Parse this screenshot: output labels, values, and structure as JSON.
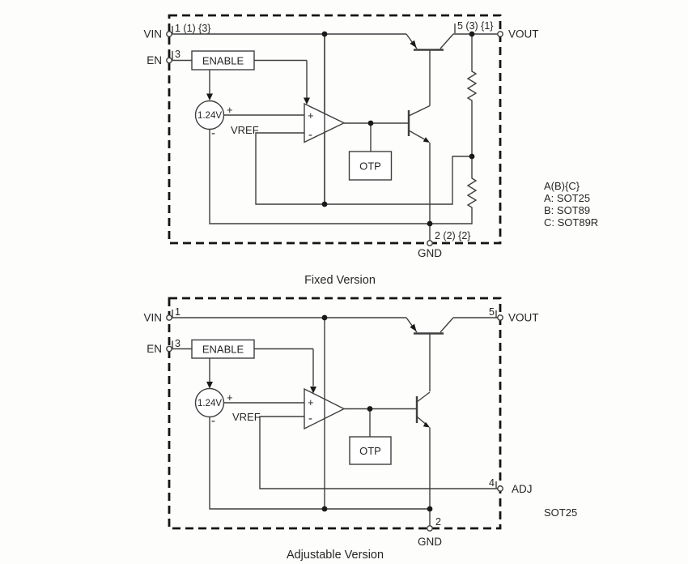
{
  "colors": {
    "line": "#3f3f3f",
    "text": "#262626",
    "border": "#141414",
    "bg": "#fdfdfc"
  },
  "fixed_version": {
    "caption": "Fixed Version",
    "pin_vin_label": "VIN",
    "pin_vin_number": "1 (1) {3}",
    "pin_en_label": "EN",
    "pin_en_number": "3",
    "pin_vout_label": "VOUT",
    "pin_vout_number": "5 (3) {1}",
    "pin_gnd_label": "GND",
    "pin_gnd_number": "2 (2) {2}",
    "enable_block": "ENABLE",
    "otp_block": "OTP",
    "vref_value": "1.24V",
    "vref_label": "VREF",
    "ref_plus": "+",
    "ref_minus": "-",
    "opamp_plus": "+",
    "opamp_minus": "-"
  },
  "adjustable_version": {
    "caption": "Adjustable Version",
    "pin_vin_label": "VIN",
    "pin_vin_number": "1",
    "pin_en_label": "EN",
    "pin_en_number": "3",
    "pin_vout_label": "VOUT",
    "pin_vout_number": "5",
    "pin_adj_label": "ADJ",
    "pin_adj_number": "4",
    "pin_gnd_label": "GND",
    "pin_gnd_number": "2",
    "enable_block": "ENABLE",
    "otp_block": "OTP",
    "vref_value": "1.24V",
    "vref_label": "VREF",
    "ref_plus": "+",
    "ref_minus": "-",
    "opamp_plus": "+",
    "opamp_minus": "-"
  },
  "annotations": {
    "package_code_legend": "A(B){C}",
    "package_a": "A: SOT25",
    "package_b": "B: SOT89",
    "package_c": "C: SOT89R",
    "adjustable_package": "SOT25"
  }
}
